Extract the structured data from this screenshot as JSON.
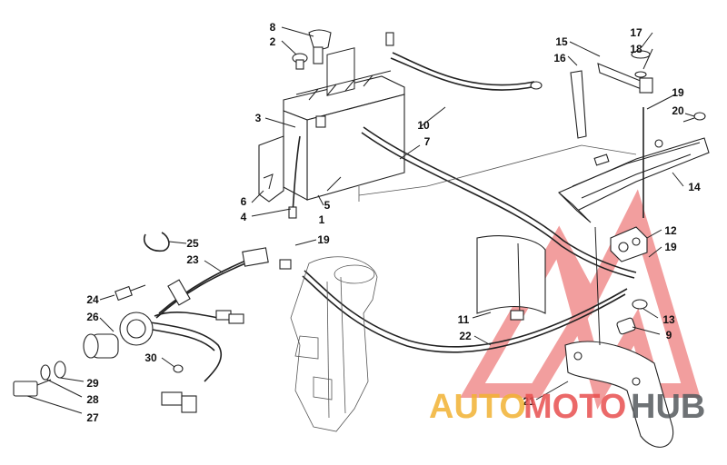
{
  "callouts": [
    {
      "id": "c1",
      "text": "1"
    },
    {
      "id": "c2",
      "text": "2"
    },
    {
      "id": "c3",
      "text": "3"
    },
    {
      "id": "c4",
      "text": "4"
    },
    {
      "id": "c5",
      "text": "5"
    },
    {
      "id": "c6",
      "text": "6"
    },
    {
      "id": "c7",
      "text": "7"
    },
    {
      "id": "c8",
      "text": "8"
    },
    {
      "id": "c9",
      "text": "9"
    },
    {
      "id": "c10",
      "text": "10"
    },
    {
      "id": "c11",
      "text": "11"
    },
    {
      "id": "c12",
      "text": "12"
    },
    {
      "id": "c13",
      "text": "13"
    },
    {
      "id": "c14",
      "text": "14"
    },
    {
      "id": "c15",
      "text": "15"
    },
    {
      "id": "c16",
      "text": "16"
    },
    {
      "id": "c17",
      "text": "17"
    },
    {
      "id": "c18",
      "text": "18"
    },
    {
      "id": "c19a",
      "text": "19"
    },
    {
      "id": "c19b",
      "text": "19"
    },
    {
      "id": "c19c",
      "text": "19"
    },
    {
      "id": "c20",
      "text": "20"
    },
    {
      "id": "c21",
      "text": "21"
    },
    {
      "id": "c22",
      "text": "22"
    },
    {
      "id": "c23",
      "text": "23"
    },
    {
      "id": "c24",
      "text": "24"
    },
    {
      "id": "c25",
      "text": "25"
    },
    {
      "id": "c26",
      "text": "26"
    },
    {
      "id": "c27",
      "text": "27"
    },
    {
      "id": "c28",
      "text": "28"
    },
    {
      "id": "c29",
      "text": "29"
    },
    {
      "id": "c30",
      "text": "30"
    }
  ],
  "watermark": {
    "part1": "AUTO",
    "part2": "MOTO",
    "part3": "HUB",
    "color_red": "#e8504f",
    "color_orange": "#f2b233",
    "color_dark": "#555a5e"
  }
}
